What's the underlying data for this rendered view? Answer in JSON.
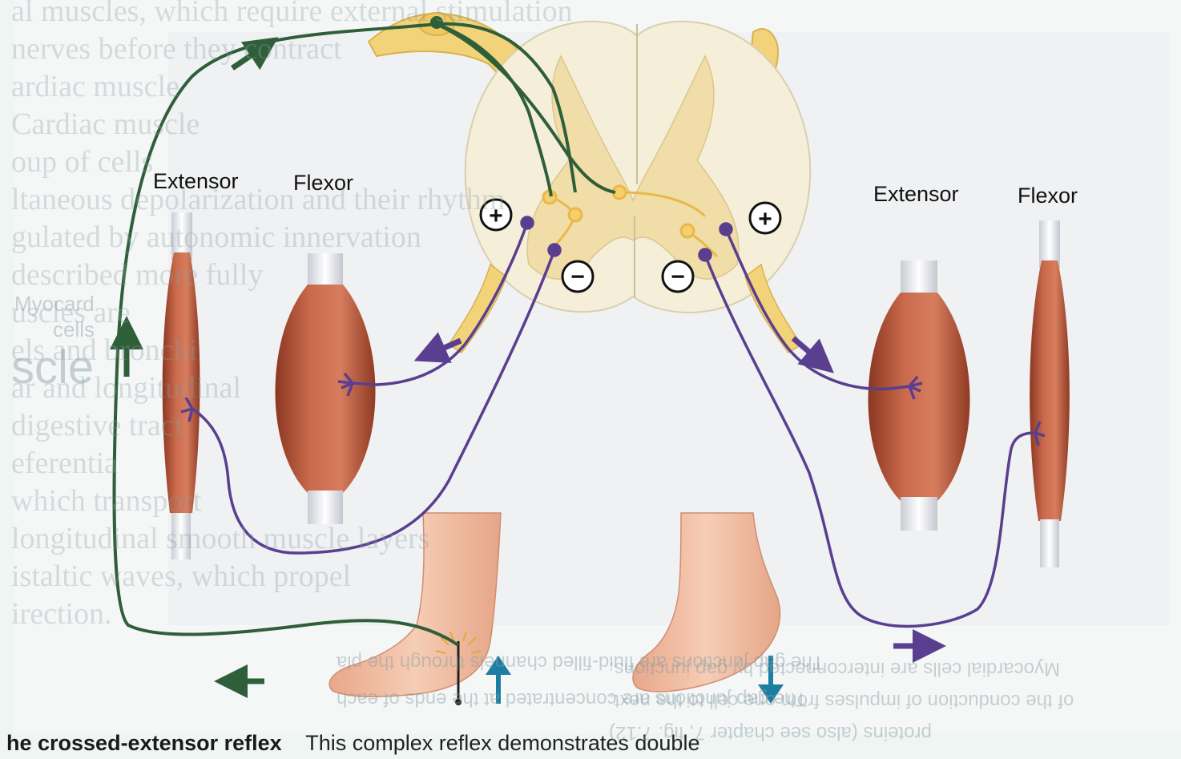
{
  "labels": {
    "extensor_left": "Extensor",
    "flexor_left": "Flexor",
    "extensor_right": "Extensor",
    "flexor_right": "Flexor"
  },
  "caption": {
    "title": "he crossed-extensor reflex",
    "text": "This complex reflex demonstrates double"
  },
  "background_text": {
    "left_lines": [
      "al muscles, which require external stimulation",
      "nerves before they contract",
      "ardiac muscle",
      "Cardiac muscle",
      "oup of cells",
      "ltaneous depolarization and their rhythm",
      "gulated by autonomic innervation",
      "described more fully",
      "uscles are",
      "els and bronchi",
      "ar and longitudinal",
      "digestive tract",
      "eferentia",
      "which transport",
      "longitudinal smooth muscle layers",
      "istaltic waves, which propel",
      "irection."
    ],
    "side_labels": [
      "Myocard",
      "cells",
      "scle"
    ],
    "mirrored_lines": [
      "The gap junctions are concentrated at the ends of each",
      "The gap junctions are fluid-filled channels through the pla",
      "Myocardial cells are interconnected by gap junctions.",
      "of the conduction of impulses from one cell to the next.",
      "proteins (also see chapter 7, fig. 7.12)"
    ]
  },
  "symbols": {
    "excite": "+",
    "inhibit": "−"
  },
  "colors": {
    "sensory_neuron": "#2f5f3a",
    "motor_neuron": "#5a3e8f",
    "interneuron": "#e8b94a",
    "gray_matter": "#f3e3b4",
    "white_matter": "#f5efd9",
    "muscle": "#b8553a",
    "tendon": "#e8e8ec",
    "skin": "#f2c1a6",
    "up_arrow": "#1c7ea3"
  }
}
